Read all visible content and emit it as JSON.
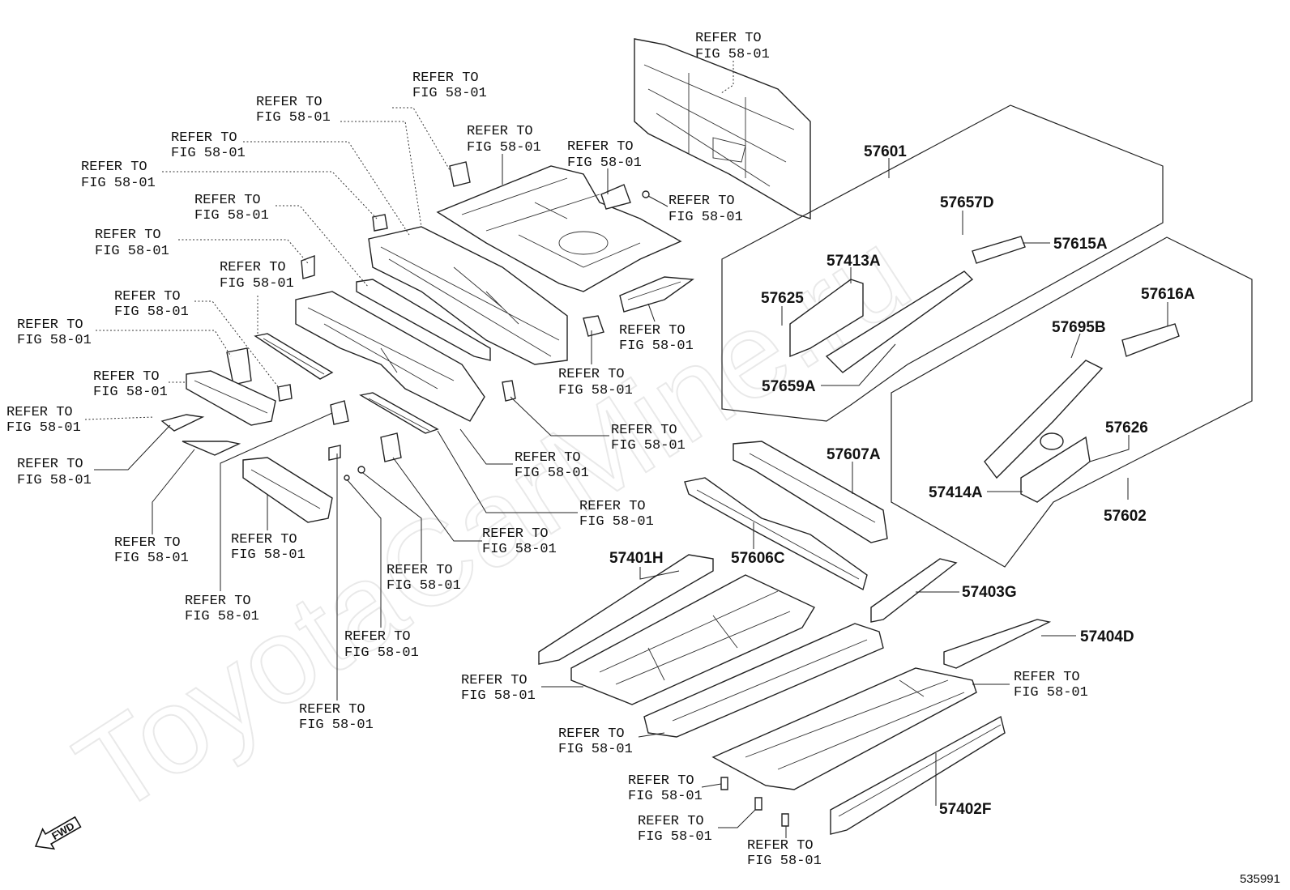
{
  "watermark": "ToyotaCarMine.ru",
  "refer": {
    "line1": "REFER TO",
    "line2": "FIG 58-01"
  },
  "part_numbers": {
    "p57601": "57601",
    "p57657D": "57657D",
    "p57615A": "57615A",
    "p57413A": "57413A",
    "p57625": "57625",
    "p57659A": "57659A",
    "p57616A": "57616A",
    "p57695B": "57695B",
    "p57626": "57626",
    "p57414A": "57414A",
    "p57602": "57602",
    "p57607A": "57607A",
    "p57606C": "57606C",
    "p57401H": "57401H",
    "p57403G": "57403G",
    "p57404D": "57404D",
    "p57402F": "57402F"
  },
  "fwd_label": "FWD",
  "diagram_id": "535991"
}
